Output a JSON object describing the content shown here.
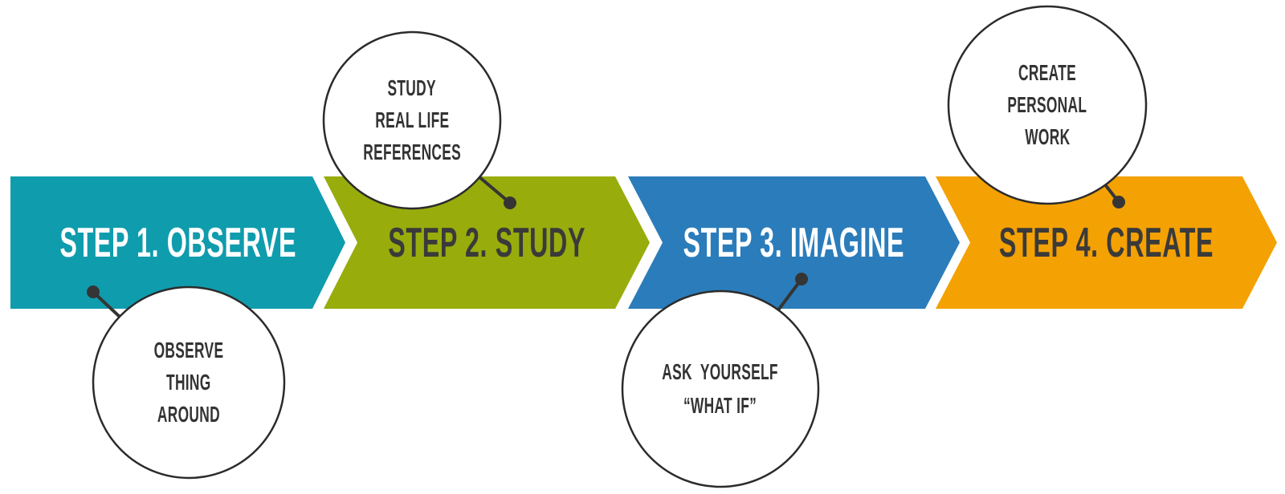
{
  "diagram": {
    "background": "#FFFFFF",
    "connector_color": "#353535",
    "callout_style": {
      "fill": "#FFFFFF",
      "border_color": "#2B2B2B",
      "text_color": "#333333"
    },
    "steps": [
      {
        "label": "STEP 1. OBSERVE",
        "arrow_color": "#0F9CAD",
        "label_color": "#FFFFFF",
        "callout": {
          "position": "below",
          "lines": [
            "OBSERVE",
            "THING",
            "AROUND"
          ]
        }
      },
      {
        "label": "STEP 2. STUDY",
        "arrow_color": "#98AC0C",
        "label_color": "#3A3A3A",
        "callout": {
          "position": "above",
          "lines": [
            "STUDY",
            "REAL LIFE",
            "REFERENCES"
          ]
        }
      },
      {
        "label": "STEP 3. IMAGINE",
        "arrow_color": "#2B7CBA",
        "label_color": "#FFFFFF",
        "callout": {
          "position": "below",
          "lines": [
            "ASK  YOURSELF",
            "“WHAT IF”"
          ]
        }
      },
      {
        "label": "STEP 4. CREATE",
        "arrow_color": "#F4A103",
        "label_color": "#3A3A3A",
        "callout": {
          "position": "above",
          "lines": [
            "CREATE",
            "PERSONAL",
            "WORK"
          ]
        }
      }
    ]
  }
}
